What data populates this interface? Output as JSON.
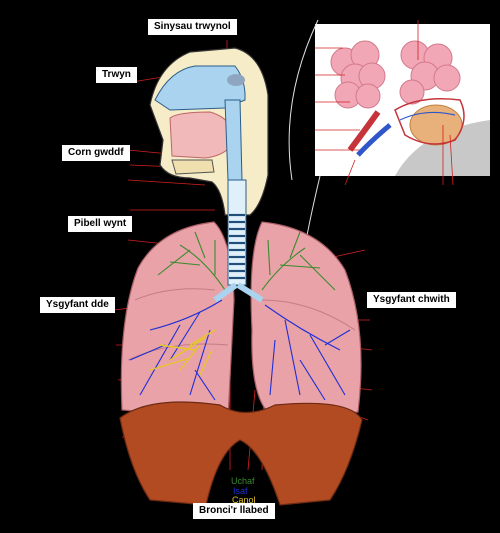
{
  "labels": {
    "sinuses": "Sinysau trwynol",
    "nose": "Trwyn",
    "throat": "Corn gwddf",
    "trachea": "Pibell wynt",
    "right_lung": "Ysgyfant dde",
    "left_lung": "Ysgyfant chwith",
    "lobar_bronchi": "Bronci'r llabed"
  },
  "legend": {
    "upper": "Uchaf",
    "middle": "Canol",
    "lower": "Isaf"
  },
  "colors": {
    "upper": "#3a8a2e",
    "middle": "#1f2fd6",
    "lower": "#e0c030",
    "lung": "#e9a2a8",
    "diaphragm": "#b24a22",
    "airway": "#a9d3ef"
  }
}
